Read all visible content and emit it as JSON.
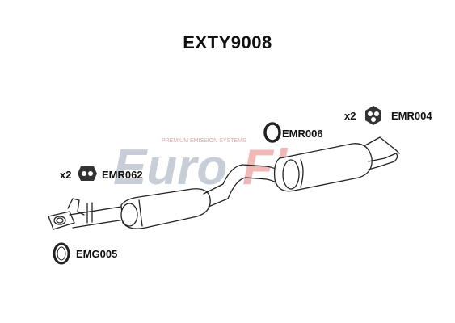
{
  "title": "EXTY9008",
  "watermark": {
    "brand_left": "Euro",
    "brand_right": "Flo",
    "tagline": "PREMIUM EMISSION SYSTEMS",
    "color_main": "#c8ced8",
    "color_accent": "#f2b8b8"
  },
  "parts": [
    {
      "code": "EMR004",
      "qty": "x2",
      "icon": "rubber-hanger-icon"
    },
    {
      "code": "EMR006",
      "qty": "",
      "icon": "rubber-ring-icon"
    },
    {
      "code": "EMR062",
      "qty": "x2",
      "icon": "rubber-hanger-icon"
    },
    {
      "code": "EMG005",
      "qty": "",
      "icon": "gasket-ring-icon"
    }
  ]
}
